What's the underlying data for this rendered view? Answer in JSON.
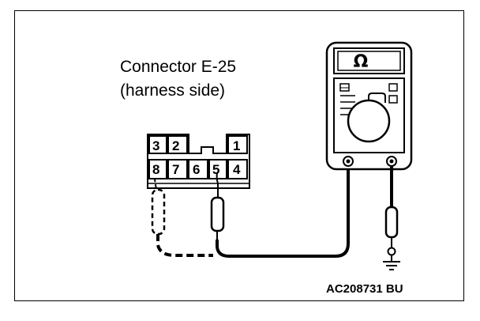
{
  "connector": {
    "title": "Connector E-25",
    "subtitle": "(harness side)",
    "top_pins": [
      "3",
      "2",
      "1"
    ],
    "bottom_pins": [
      "8",
      "7",
      "6",
      "5",
      "4"
    ]
  },
  "meter": {
    "unit_symbol": "Ω"
  },
  "figure_code": "AC208731 BU"
}
